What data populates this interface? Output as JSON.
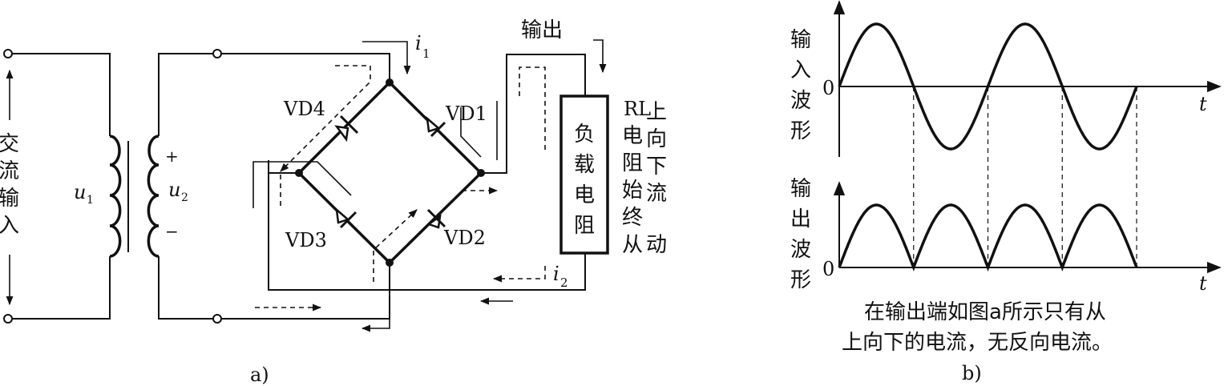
{
  "circuit": {
    "ac_input_label": "交流输入",
    "u1_label": "u",
    "u1_sub": "1",
    "u2_label": "u",
    "u2_sub": "2",
    "plus": "+",
    "minus": "−",
    "vd1": "VD1",
    "vd2": "VD2",
    "vd3": "VD3",
    "vd4": "VD4",
    "i1_label": "i",
    "i1_sub": "1",
    "i2_label": "i",
    "i2_sub": "2",
    "output_label": "输出",
    "load_label": "负载电阻",
    "rl_label": "RL",
    "rl_note_col1": "电阻始终从",
    "rl_note_col2": "上向下流动",
    "caption": "a)"
  },
  "waveforms": {
    "input_label": "输入波形",
    "output_label": "输出波形",
    "zero_top": "0",
    "zero_bottom": "0",
    "t_top": "t",
    "t_bottom": "t",
    "note_line1": "在输出端如图a所示只有从",
    "note_line2": "上向下的电流，无反向电流。",
    "caption": "b)"
  },
  "chart_data": {
    "type": "line",
    "series": [
      {
        "name": "输入波形",
        "shape": "sine",
        "cycles": 2
      },
      {
        "name": "输出波形",
        "shape": "full-wave rectified sine",
        "half_cycles": 4
      }
    ],
    "xlabel": "t",
    "grid": false
  }
}
